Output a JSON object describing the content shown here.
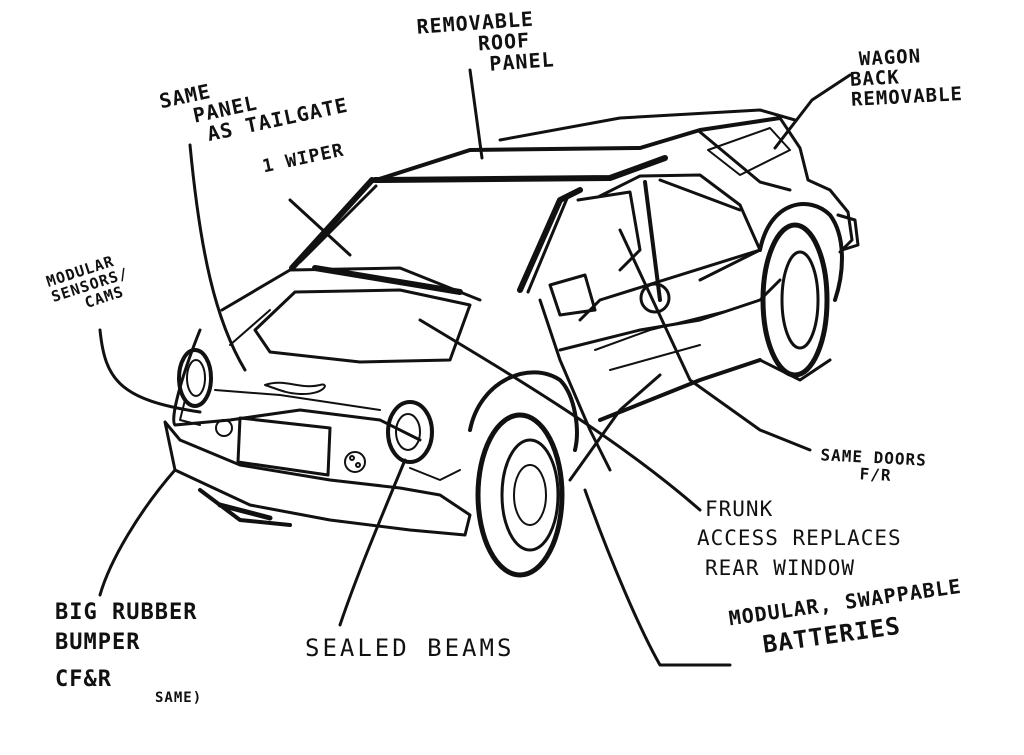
{
  "annotations": {
    "removable_roof": [
      "REMOVABLE",
      "ROOF",
      "PANEL"
    ],
    "wagon_back": [
      "WAGON",
      "BACK",
      "REMOVABLE"
    ],
    "same_panel": [
      "SAME",
      "PANEL",
      "AS TAILGATE"
    ],
    "wiper": "1 WIPER",
    "modular_sensors": [
      "MODULAR",
      "SENSORS/",
      "CAMS"
    ],
    "same_doors": [
      "SAME DOORS",
      "F/R"
    ],
    "frunk": [
      "FRUNK",
      "ACCESS REPLACES",
      "REAR WINDOW"
    ],
    "bumper": [
      "BIG RUBBER",
      "BUMPER",
      "CF&R",
      "SAME)"
    ],
    "sealed_beams": "SEALED BEAMS",
    "batteries": [
      "MODULAR, SWAPPABLE",
      "BATTERIES"
    ]
  },
  "colors": {
    "ink": "#111111",
    "paper": "#ffffff"
  }
}
